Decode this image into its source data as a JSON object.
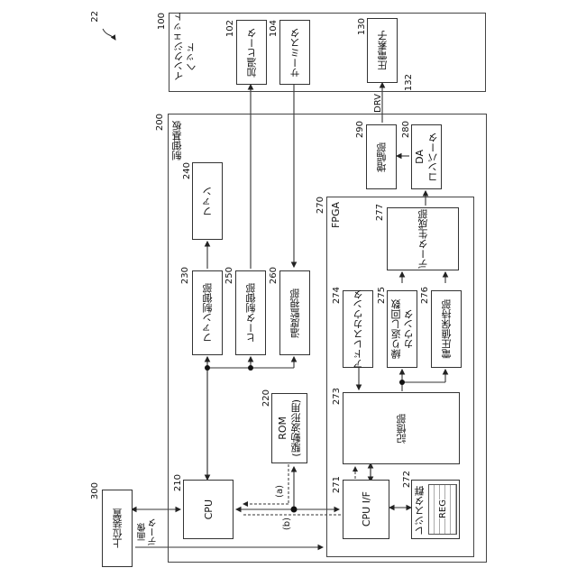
{
  "figure_ref": "22",
  "inkjet_head": {
    "ref": "100",
    "label_line1": "インクジェット",
    "label_line2": "ヘッド",
    "heater": {
      "ref": "102",
      "label": "加温ヒータ"
    },
    "thermistor": {
      "ref": "104",
      "label": "サーミスタ"
    },
    "piezo": {
      "ref": "130",
      "label": "圧電素子"
    },
    "piezo_input_ref": "132"
  },
  "control_board": {
    "ref": "200",
    "label": "制御基板",
    "cpu": {
      "ref": "210",
      "label": "CPU"
    },
    "rom": {
      "ref": "220",
      "label_line1": "ROM",
      "label_line2": "(駆動波形用)"
    },
    "fan_control": {
      "ref": "230",
      "label": "ファン制御部"
    },
    "fan": {
      "ref": "240",
      "label": "ファン"
    },
    "heater_control": {
      "ref": "250",
      "label": "ヒータ制御部"
    },
    "temp_monitor": {
      "ref": "260",
      "label": "温度監視部"
    },
    "da_converter": {
      "ref": "280",
      "label_line1": "DA",
      "label_line2": "コンバータ"
    },
    "amplifier": {
      "ref": "290",
      "label": "増幅部"
    },
    "drv_label": "DRV",
    "path_a": "(a)",
    "path_b": "(b)"
  },
  "fpga": {
    "ref": "270",
    "label": "FPGA",
    "cpu_if": {
      "ref": "271",
      "label": "CPU I/F"
    },
    "registers": {
      "ref": "272",
      "label": "レジスタ群",
      "inner": "REG"
    },
    "memory": {
      "ref": "273",
      "label": "記憶部"
    },
    "address_counter": {
      "ref": "274",
      "label": "アドレスカウンタ"
    },
    "repeat_counter": {
      "ref": "275",
      "label_line1": "繰り返し回数",
      "label_line2": "カウンタ"
    },
    "voltage_hold": {
      "ref": "276",
      "label": "電圧値保持部"
    },
    "data_gen": {
      "ref": "277",
      "label": "データ生成部"
    }
  },
  "host": {
    "ref": "300",
    "label": "上位装置",
    "image_data_line1": "画像",
    "image_data_line2": "データ"
  }
}
